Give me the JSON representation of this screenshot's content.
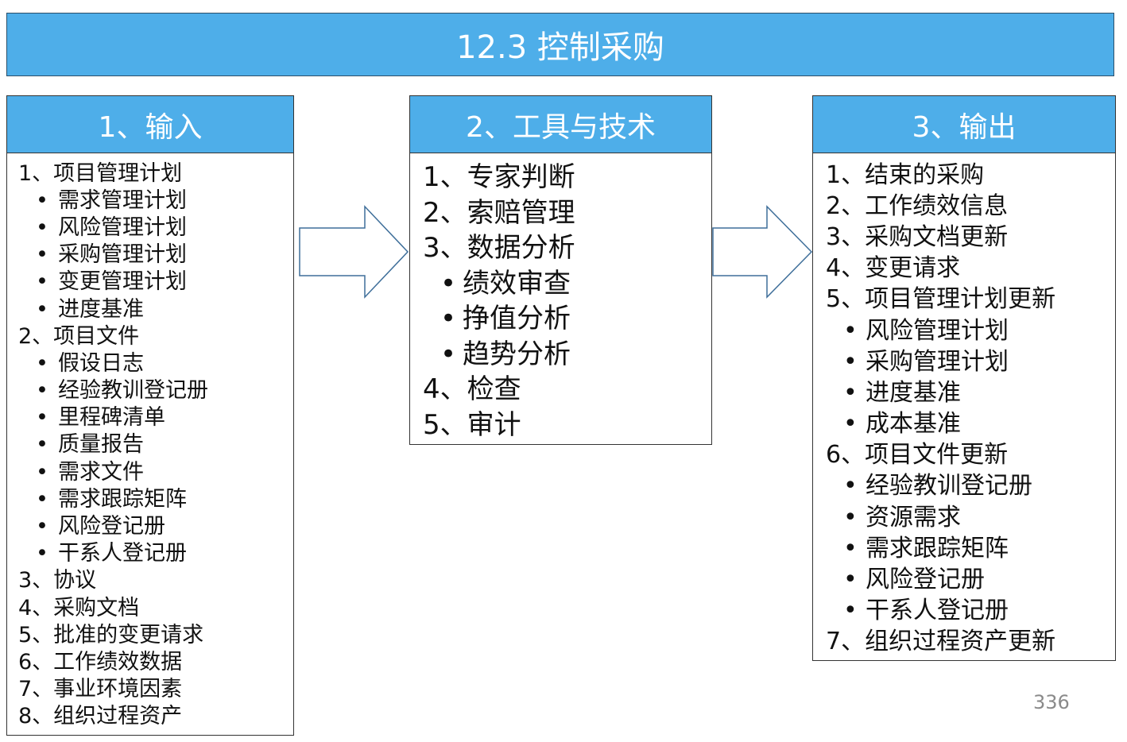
{
  "title": "12.3  控制采购",
  "columns": [
    {
      "heading": "1、输入",
      "items": [
        {
          "text": "1、项目管理计划",
          "sub": false
        },
        {
          "text": "需求管理计划",
          "sub": true
        },
        {
          "text": "风险管理计划",
          "sub": true
        },
        {
          "text": "采购管理计划",
          "sub": true
        },
        {
          "text": "变更管理计划",
          "sub": true
        },
        {
          "text": "进度基准",
          "sub": true
        },
        {
          "text": "2、项目文件",
          "sub": false
        },
        {
          "text": "假设日志",
          "sub": true
        },
        {
          "text": "经验教训登记册",
          "sub": true
        },
        {
          "text": "里程碑清单",
          "sub": true
        },
        {
          "text": "质量报告",
          "sub": true
        },
        {
          "text": "需求文件",
          "sub": true
        },
        {
          "text": "需求跟踪矩阵",
          "sub": true
        },
        {
          "text": "风险登记册",
          "sub": true
        },
        {
          "text": "干系人登记册",
          "sub": true
        },
        {
          "text": "3、协议",
          "sub": false
        },
        {
          "text": "4、采购文档",
          "sub": false
        },
        {
          "text": "5、批准的变更请求",
          "sub": false
        },
        {
          "text": "6、工作绩效数据",
          "sub": false
        },
        {
          "text": "7、事业环境因素",
          "sub": false
        },
        {
          "text": "8、组织过程资产",
          "sub": false
        }
      ]
    },
    {
      "heading": "2、工具与技术",
      "items": [
        {
          "text": "1、专家判断",
          "sub": false
        },
        {
          "text": "2、索赔管理",
          "sub": false
        },
        {
          "text": "3、数据分析",
          "sub": false
        },
        {
          "text": "绩效审查",
          "sub": true
        },
        {
          "text": "挣值分析",
          "sub": true
        },
        {
          "text": "趋势分析",
          "sub": true
        },
        {
          "text": "4、检查",
          "sub": false
        },
        {
          "text": "5、审计",
          "sub": false
        }
      ]
    },
    {
      "heading": "3、输出",
      "items": [
        {
          "text": "1、结束的采购",
          "sub": false
        },
        {
          "text": "2、工作绩效信息",
          "sub": false
        },
        {
          "text": "3、采购文档更新",
          "sub": false
        },
        {
          "text": "4、变更请求",
          "sub": false
        },
        {
          "text": "5、项目管理计划更新",
          "sub": false
        },
        {
          "text": "风险管理计划",
          "sub": true
        },
        {
          "text": "采购管理计划",
          "sub": true
        },
        {
          "text": "进度基准",
          "sub": true
        },
        {
          "text": "成本基准",
          "sub": true
        },
        {
          "text": "6、项目文件更新",
          "sub": false
        },
        {
          "text": "经验教训登记册",
          "sub": true
        },
        {
          "text": "资源需求",
          "sub": true
        },
        {
          "text": "需求跟踪矩阵",
          "sub": true
        },
        {
          "text": "风险登记册",
          "sub": true
        },
        {
          "text": "干系人登记册",
          "sub": true
        },
        {
          "text": "7、组织过程资产更新",
          "sub": false
        }
      ]
    }
  ],
  "bullet_glyph": "•",
  "page_number": "336",
  "colors": {
    "header_fill": "#4eaee9",
    "arrow_stroke": "#3f6f9a"
  },
  "icons": {
    "arrow": "right-block-arrow-icon"
  }
}
